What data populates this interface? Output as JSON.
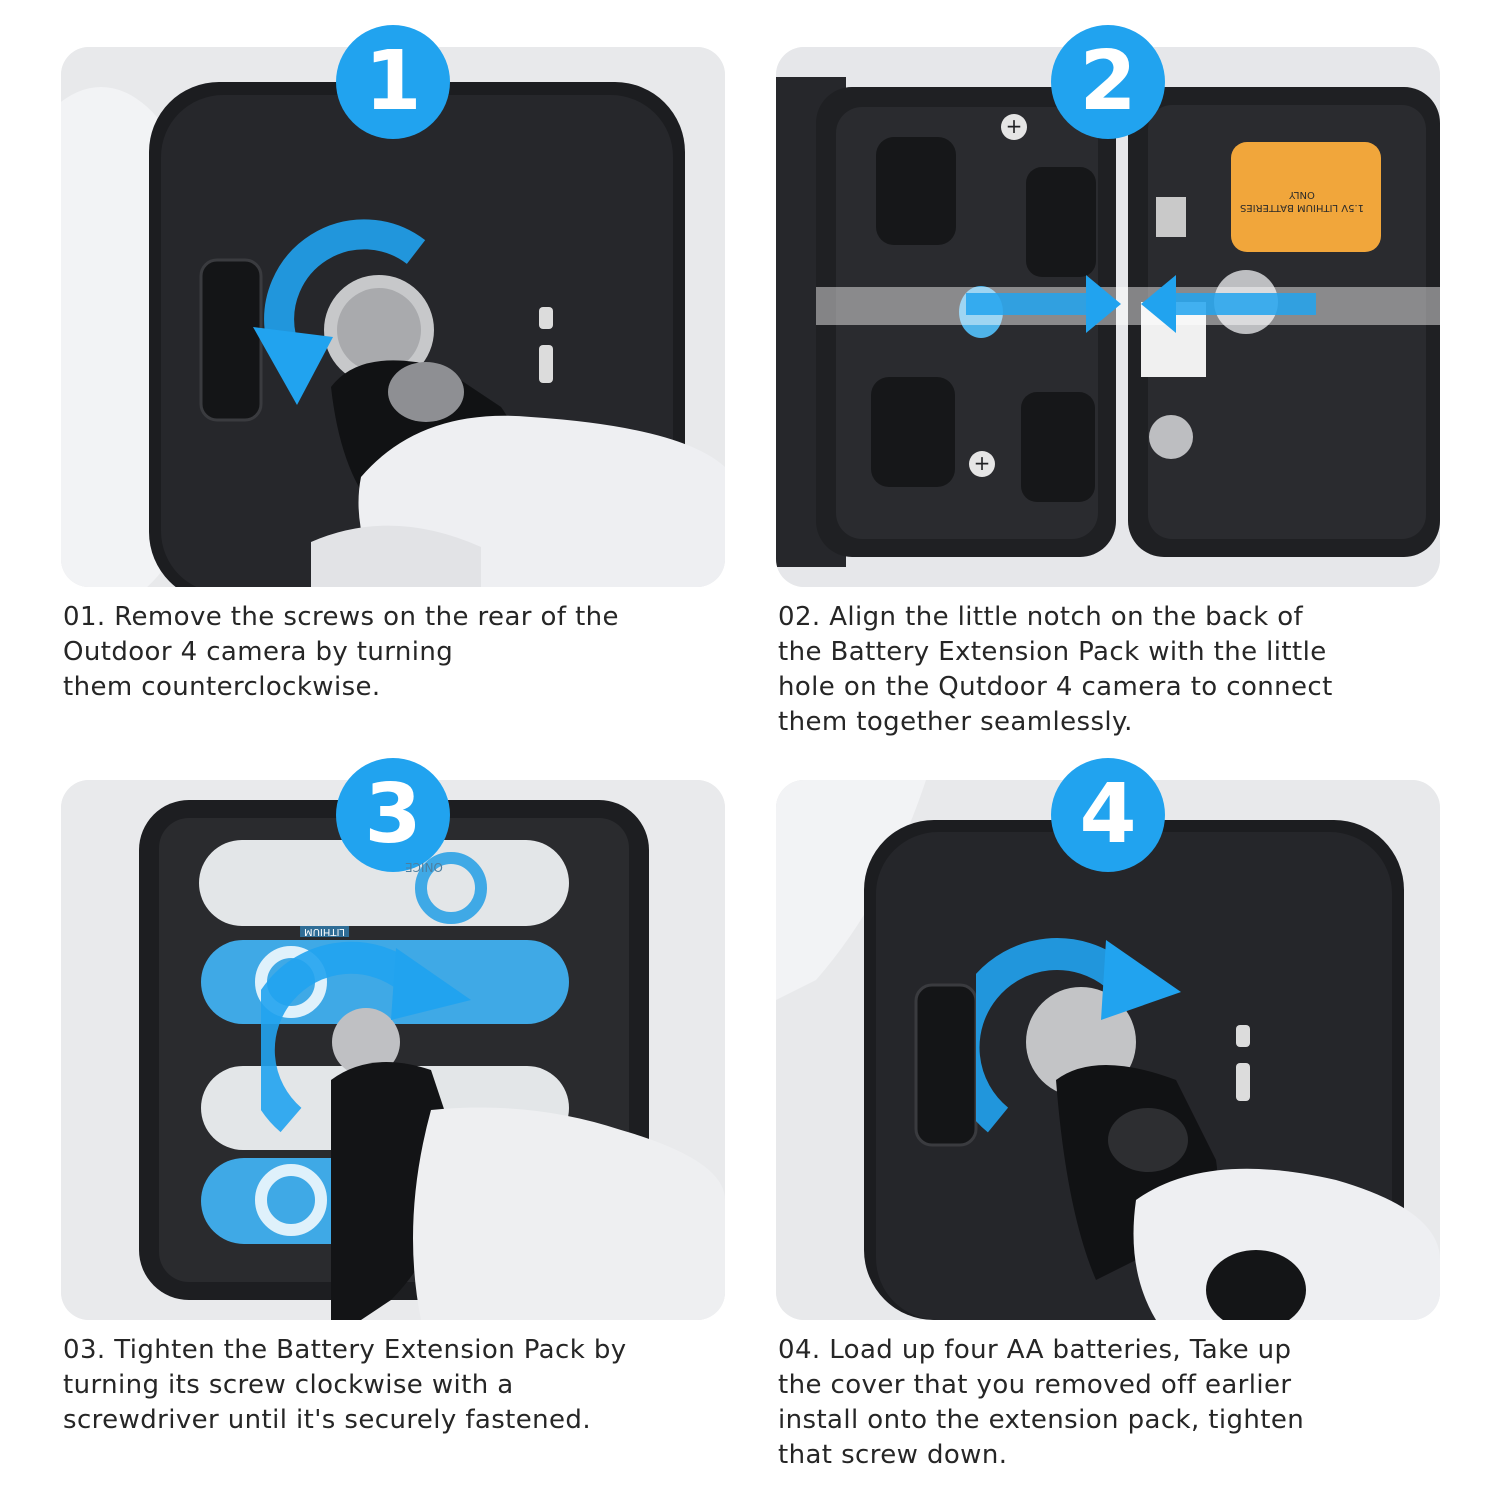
{
  "steps": [
    {
      "number": "1",
      "caption_lines": [
        "01. Remove the screws on the rear of the",
        "Outdoor 4 camera by turning",
        "them counterclockwise."
      ],
      "icon": "counterclockwise-arrow-icon",
      "accent": "#21a3ef"
    },
    {
      "number": "2",
      "caption_lines": [
        "02. Align the little notch on the back of",
        "the Battery Extension Pack with the little",
        "hole on the Qutdoor 4 camera to connect",
        "them together seamlessly."
      ],
      "icon": "align-arrows-icon",
      "accent": "#21a3ef",
      "battery_label": "1.5V LITHIUM BATTERIES ONLY"
    },
    {
      "number": "3",
      "caption_lines": [
        "03. Tighten the Battery Extension Pack by",
        "turning its screw clockwise with a",
        "screwdriver until it's securely fastened."
      ],
      "icon": "clockwise-arrow-icon",
      "accent": "#21a3ef",
      "battery_brand": "ONICE",
      "battery_type": "LITHIUM"
    },
    {
      "number": "4",
      "caption_lines": [
        "04. Load up four AA batteries, Take up",
        "the cover that you removed off earlier",
        "install onto the extension pack, tighten",
        "that screw down."
      ],
      "icon": "clockwise-arrow-icon",
      "accent": "#21a3ef"
    }
  ]
}
